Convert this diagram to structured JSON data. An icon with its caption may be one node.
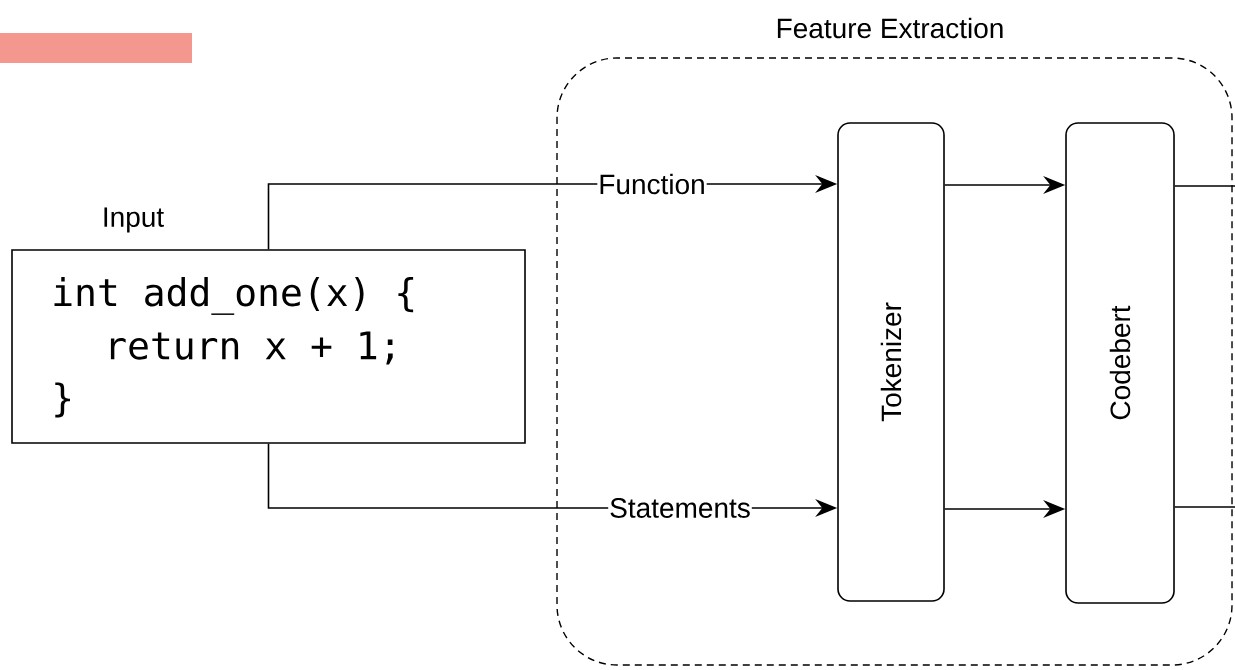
{
  "diagram": {
    "nodes": [
      {
        "text": [
          "Input",
          "int add_one(x) {",
          "return x + 1;",
          "}"
        ]
      },
      {
        "text": [
          "Feature Extraction"
        ]
      },
      {
        "text": [
          "Tokenizer"
        ],
        "in": 1
      },
      {
        "text": [
          "Codebert"
        ],
        "in": 1
      }
    ],
    "edges": [
      {
        "from": 0,
        "to": 2,
        "arrow": "to",
        "label": "Function"
      },
      {
        "from": 0,
        "to": 2,
        "arrow": "to",
        "label": "Statements"
      },
      {
        "from": 2,
        "to": 3,
        "arrow": "to"
      },
      {
        "from": 2,
        "to": 3,
        "arrow": "to"
      },
      {
        "from": 3,
        "to": null,
        "arrow": "none"
      },
      {
        "from": 3,
        "to": null,
        "arrow": "none"
      }
    ]
  }
}
